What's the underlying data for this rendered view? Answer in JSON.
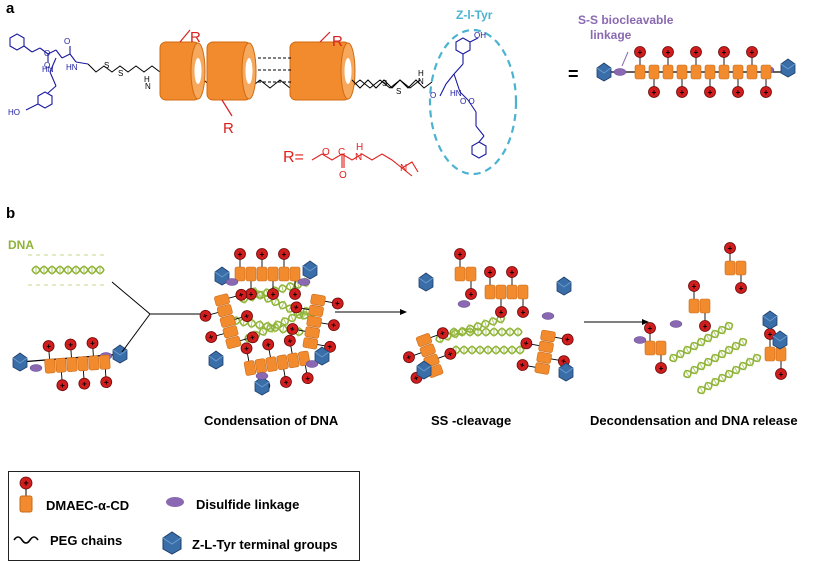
{
  "panel_a": {
    "label": "a",
    "ztyr_label": "Z-l-Tyr",
    "ss_label_line1": "S-S biocleavable",
    "ss_label_line2": "linkage",
    "equals": "=",
    "r_formula_prefix": "R=",
    "r_label": "R",
    "atom_labels": {
      "O": "O",
      "OH": "OH",
      "HO": "HO",
      "NH": "NH",
      "HN": "HN",
      "H": "H",
      "N": "N",
      "S": "S",
      "OO": "O  O"
    }
  },
  "panel_b": {
    "label": "b",
    "dna_label": "DNA",
    "steps": [
      "Condensation of DNA",
      "SS -cleavage",
      "Decondensation and DNA release"
    ]
  },
  "legend": {
    "items": [
      {
        "text": "DMAEC-α-CD",
        "icon": "cyclodextrin-icon"
      },
      {
        "text": "Disulfide linkage",
        "icon": "disulfide-icon"
      },
      {
        "text": "PEG chains",
        "icon": "peg-chain-icon"
      },
      {
        "text": "Z-L-Tyr terminal groups",
        "icon": "tyr-cap-icon"
      }
    ],
    "plus_sign": "+"
  },
  "colors": {
    "cd_orange": "#f28a2e",
    "charge_red": "#d01d1d",
    "disulfide_purple": "#8a69b2",
    "tyr_blue": "#3a6ea8",
    "dna_green": "#8fb238",
    "ztyr_circle": "#4bb3d0",
    "structure_blue": "#1a1aa0",
    "r_group_red": "#e0201c"
  }
}
